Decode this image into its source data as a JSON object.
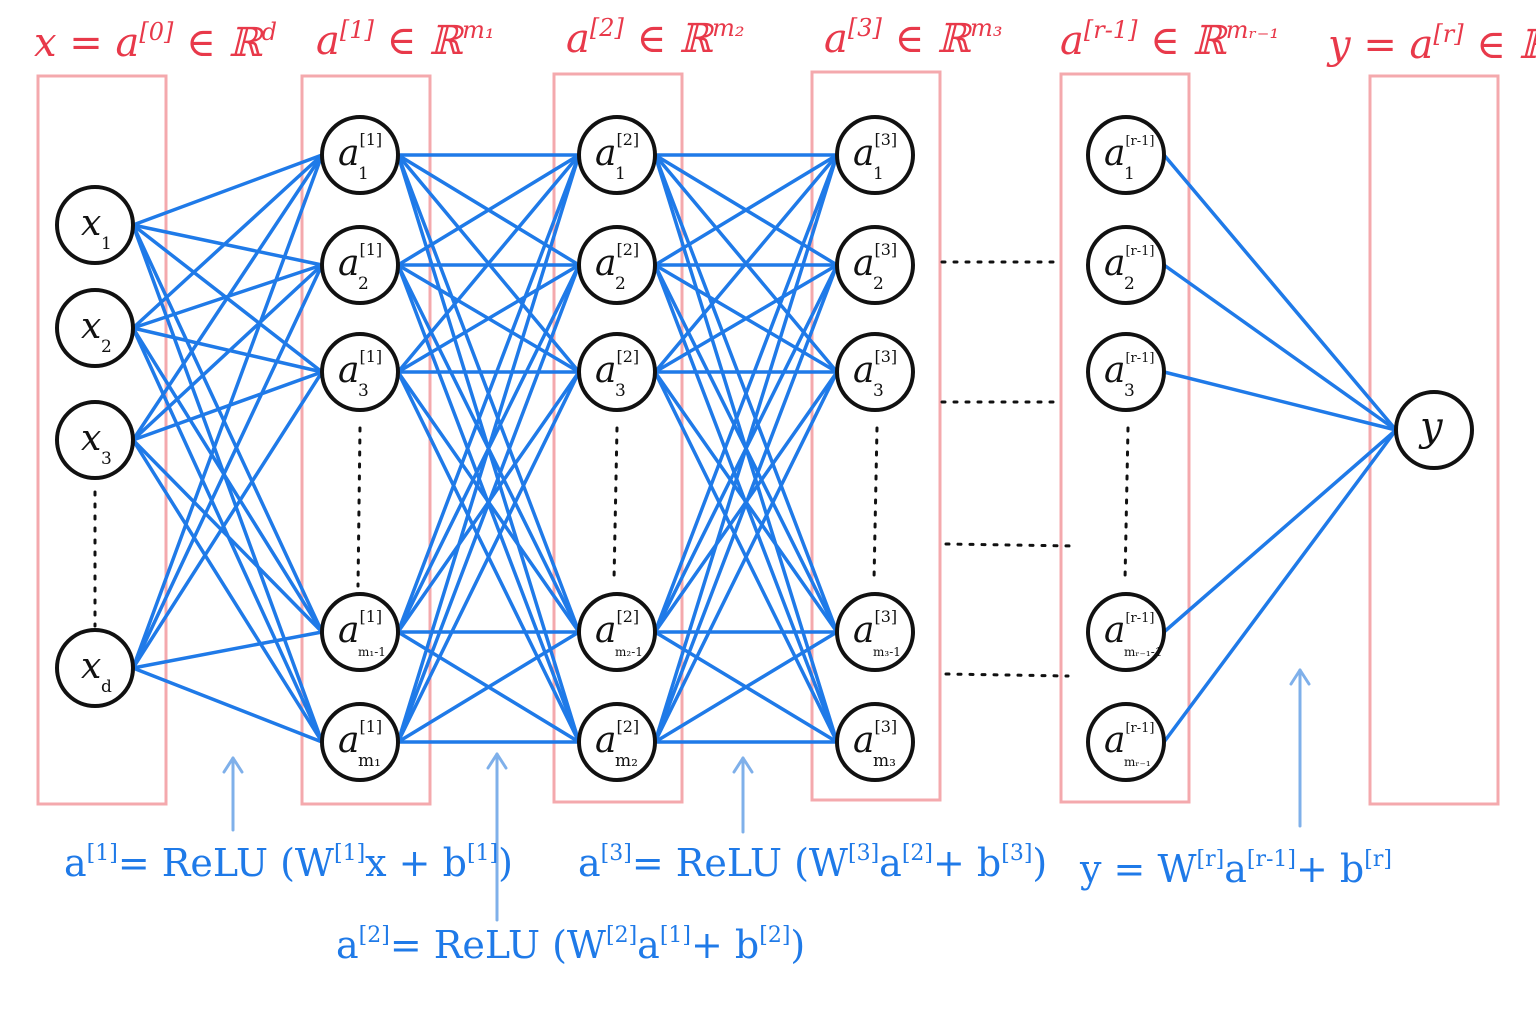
{
  "colors": {
    "frame": "#f4a9ad",
    "header": "#e8394a",
    "edge": "#1f7ae8",
    "formula": "#1f7ae8",
    "arrow": "#7fb0ea",
    "node_stroke": "#111111"
  },
  "headers": [
    {
      "main": "x = a",
      "sup": "[0]",
      "tail": "∈ ℝ",
      "tail_sup": "d"
    },
    {
      "main": "a",
      "sup": "[1]",
      "tail": "∈ ℝ",
      "tail_sup": "m₁"
    },
    {
      "main": "a",
      "sup": "[2]",
      "tail": "∈ ℝ",
      "tail_sup": "m₂"
    },
    {
      "main": "a",
      "sup": "[3]",
      "tail": "∈ ℝ",
      "tail_sup": "m₃"
    },
    {
      "main": "a",
      "sup": "[r-1]",
      "tail": "∈ ℝ",
      "tail_sup": "mᵣ₋₁"
    },
    {
      "main": "y = a",
      "sup": "[r]",
      "tail": "∈ ℝ",
      "tail_sup": ""
    }
  ],
  "layers": [
    {
      "nodes": [
        {
          "b": "x",
          "sub": "1",
          "sup": ""
        },
        {
          "b": "x",
          "sub": "2",
          "sup": ""
        },
        {
          "b": "x",
          "sub": "3",
          "sup": ""
        },
        {
          "b": "x",
          "sub": "d",
          "sup": ""
        }
      ]
    },
    {
      "nodes": [
        {
          "b": "a",
          "sub": "1",
          "sup": "[1]"
        },
        {
          "b": "a",
          "sub": "2",
          "sup": "[1]"
        },
        {
          "b": "a",
          "sub": "3",
          "sup": "[1]"
        },
        {
          "b": "a",
          "sub": "m₁-1",
          "sup": "[1]"
        },
        {
          "b": "a",
          "sub": "m₁",
          "sup": "[1]"
        }
      ]
    },
    {
      "nodes": [
        {
          "b": "a",
          "sub": "1",
          "sup": "[2]"
        },
        {
          "b": "a",
          "sub": "2",
          "sup": "[2]"
        },
        {
          "b": "a",
          "sub": "3",
          "sup": "[2]"
        },
        {
          "b": "a",
          "sub": "m₂-1",
          "sup": "[2]"
        },
        {
          "b": "a",
          "sub": "m₂",
          "sup": "[2]"
        }
      ]
    },
    {
      "nodes": [
        {
          "b": "a",
          "sub": "1",
          "sup": "[3]"
        },
        {
          "b": "a",
          "sub": "2",
          "sup": "[3]"
        },
        {
          "b": "a",
          "sub": "3",
          "sup": "[3]"
        },
        {
          "b": "a",
          "sub": "m₃-1",
          "sup": "[3]"
        },
        {
          "b": "a",
          "sub": "m₃",
          "sup": "[3]"
        }
      ]
    },
    {
      "nodes": [
        {
          "b": "a",
          "sub": "1",
          "sup": "[r-1]"
        },
        {
          "b": "a",
          "sub": "2",
          "sup": "[r-1]"
        },
        {
          "b": "a",
          "sub": "3",
          "sup": "[r-1]"
        },
        {
          "b": "a",
          "sub": "mᵣ₋₁-1",
          "sup": "[r-1]"
        },
        {
          "b": "a",
          "sub": "mᵣ₋₁",
          "sup": "[r-1]"
        }
      ]
    },
    {
      "nodes": [
        {
          "b": "y",
          "sub": "",
          "sup": ""
        }
      ]
    }
  ],
  "formulas": [
    {
      "parts": [
        "a",
        "[1]",
        "= ReLU (W",
        "[1]",
        "x + b",
        "[1]",
        ")"
      ]
    },
    {
      "parts": [
        "a",
        "[2]",
        "= ReLU (W",
        "[2]",
        "a",
        "[1]",
        "+ b",
        "[2]",
        ")"
      ]
    },
    {
      "parts": [
        "a",
        "[3]",
        "= ReLU (W",
        "[3]",
        "a",
        "[2]",
        "+ b",
        "[3]",
        ")"
      ]
    },
    {
      "parts": [
        "y = W",
        "[r]",
        "a",
        "[r-1]",
        "+ b",
        "[r]"
      ]
    }
  ]
}
